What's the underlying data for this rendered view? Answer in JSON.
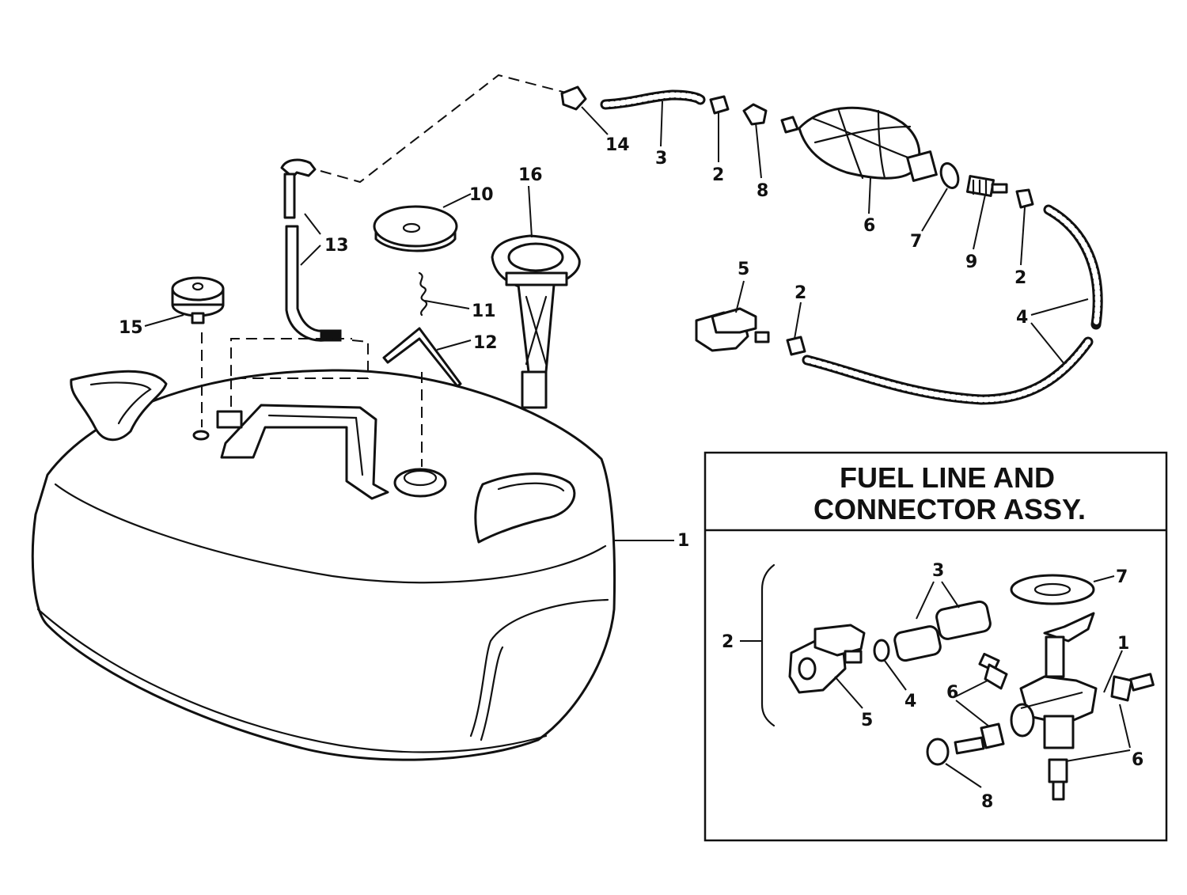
{
  "inset": {
    "title_line1": "FUEL LINE AND",
    "title_line2": "CONNECTOR ASSY."
  },
  "callouts": {
    "main": {
      "c1": "1",
      "c2a": "2",
      "c2b": "2",
      "c2c": "2",
      "c3": "3",
      "c4": "4",
      "c5": "5",
      "c6": "6",
      "c7": "7",
      "c8": "8",
      "c9": "9",
      "c10": "10",
      "c11": "11",
      "c12": "12",
      "c13": "13",
      "c14": "14",
      "c15": "15",
      "c16": "16"
    },
    "inset": {
      "c1": "1",
      "c2": "2",
      "c3": "3",
      "c4": "4",
      "c5": "5",
      "c6a": "6",
      "c6b": "6",
      "c7": "7",
      "c8": "8"
    }
  }
}
